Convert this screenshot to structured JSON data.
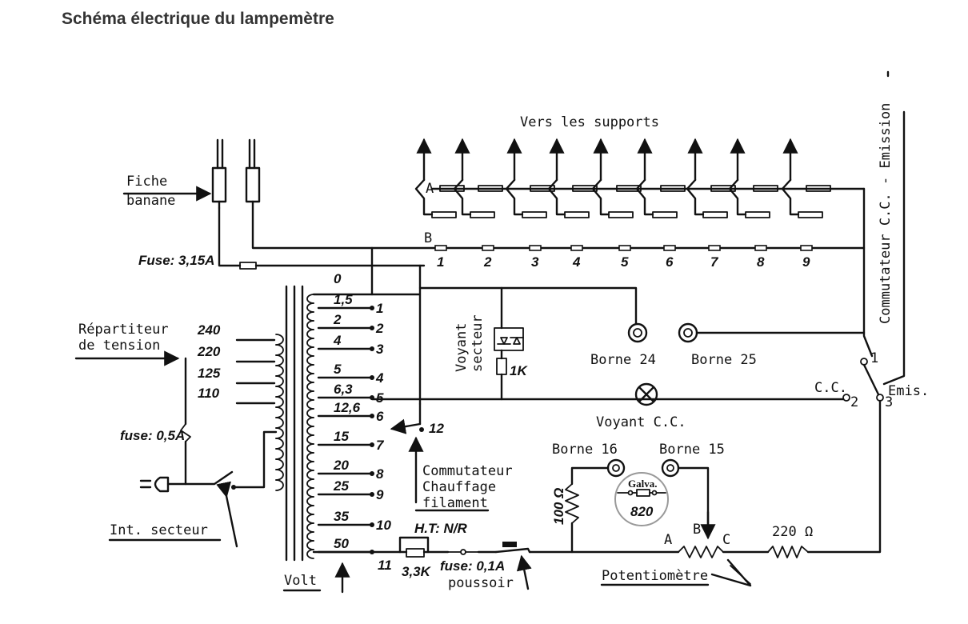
{
  "title": "Schéma électrique du lampemètre",
  "labels": {
    "vers_supports": "Vers les supports",
    "fiche": "Fiche",
    "banane": "banane",
    "fuse_315": "Fuse: 3,15A",
    "repartiteur_1": "Répartiteur",
    "repartiteur_2": "de tension",
    "fuse_05": "fuse: 0,5A",
    "int_secteur": "Int. secteur",
    "volt": "Volt",
    "voyant_secteur_1": "Voyant",
    "voyant_secteur_2": "secteur",
    "r_1k": "1K",
    "borne24": "Borne 24",
    "borne25": "Borne 25",
    "voyant_cc": "Voyant C.C.",
    "commutateur_cc": "Commutateur C.C. - Emission",
    "cc": "C.C.",
    "emis": "Emis.",
    "pos1": "1",
    "pos2": "2",
    "pos3": "3",
    "commutateur_ch_1": "Commutateur",
    "commutateur_ch_2": "Chauffage",
    "commutateur_ch_3": "filament",
    "tap12": "12",
    "borne16": "Borne 16",
    "borne15": "Borne 15",
    "galva": "Galva.",
    "r820": "820",
    "r100": "100 Ω",
    "r220": "220 Ω",
    "pot": "Potentiomètre",
    "pot_a": "A",
    "pot_b": "B",
    "pot_c": "C",
    "ht": "H.T: N/R",
    "r33k": "3,3K",
    "fuse_01": "fuse: 0,1A",
    "poussoir": "poussoir",
    "bus_a": "A",
    "bus_b": "B",
    "zero": "0",
    "tap11": "11"
  },
  "primary_taps": [
    "240",
    "220",
    "125",
    "110"
  ],
  "secondary_taps": [
    {
      "v": "1,5",
      "n": "1"
    },
    {
      "v": "2",
      "n": "2"
    },
    {
      "v": "4",
      "n": "3"
    },
    {
      "v": "5",
      "n": "4"
    },
    {
      "v": "6,3",
      "n": "5"
    },
    {
      "v": "12,6",
      "n": "6"
    },
    {
      "v": "15",
      "n": "7"
    },
    {
      "v": "20",
      "n": "8"
    },
    {
      "v": "25",
      "n": "9"
    },
    {
      "v": "35",
      "n": "10"
    },
    {
      "v": "50",
      "n": ""
    }
  ],
  "support_numbers": [
    "1",
    "2",
    "3",
    "4",
    "5",
    "6",
    "7",
    "8",
    "9"
  ]
}
